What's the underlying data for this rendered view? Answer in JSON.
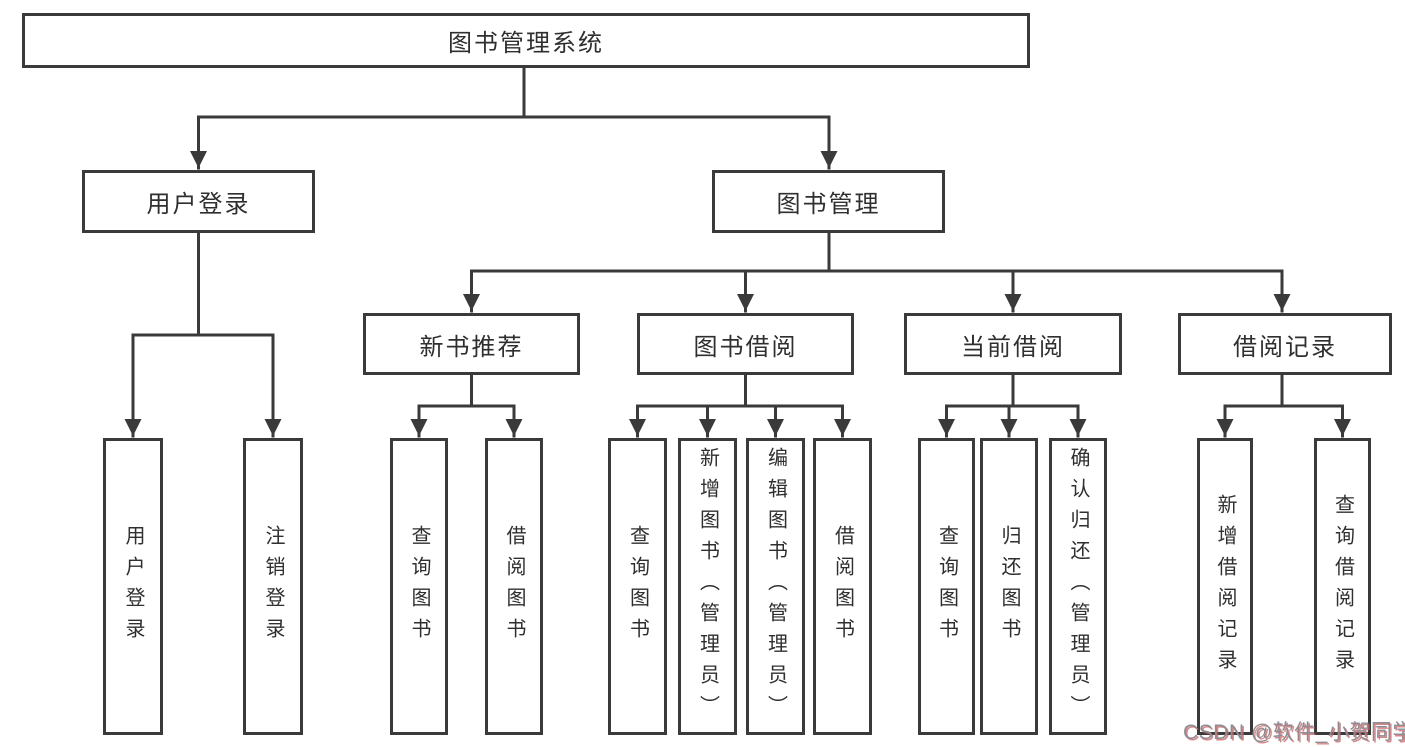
{
  "nodes": {
    "root": {
      "label": "图书管理系统"
    },
    "user_login": {
      "label": "用户登录"
    },
    "book_mgmt": {
      "label": "图书管理"
    },
    "new_book_rec": {
      "label": "新书推荐"
    },
    "book_borrow": {
      "label": "图书借阅"
    },
    "current_borrow": {
      "label": "当前借阅"
    },
    "borrow_record": {
      "label": "借阅记录"
    },
    "leaf_user_login": {
      "label": "用户登录"
    },
    "leaf_logout": {
      "label": "注销登录"
    },
    "leaf_nbr_query": {
      "label": "查询图书"
    },
    "leaf_nbr_borrow": {
      "label": "借阅图书"
    },
    "leaf_bb_query": {
      "label": "查询图书"
    },
    "leaf_bb_add": {
      "label": "新增图书（管理员）"
    },
    "leaf_bb_edit": {
      "label": "编辑图书（管理员）"
    },
    "leaf_bb_borrow": {
      "label": "借阅图书"
    },
    "leaf_cb_query": {
      "label": "查询图书"
    },
    "leaf_cb_return": {
      "label": "归还图书"
    },
    "leaf_cb_confirm": {
      "label": "确认归还（管理员）"
    },
    "leaf_br_add": {
      "label": "新增借阅记录"
    },
    "leaf_br_query": {
      "label": "查询借阅记录"
    }
  },
  "hierarchy": {
    "root": [
      "user_login",
      "book_mgmt"
    ],
    "user_login": [
      "leaf_user_login",
      "leaf_logout"
    ],
    "book_mgmt": [
      "new_book_rec",
      "book_borrow",
      "current_borrow",
      "borrow_record"
    ],
    "new_book_rec": [
      "leaf_nbr_query",
      "leaf_nbr_borrow"
    ],
    "book_borrow": [
      "leaf_bb_query",
      "leaf_bb_add",
      "leaf_bb_edit",
      "leaf_bb_borrow"
    ],
    "current_borrow": [
      "leaf_cb_query",
      "leaf_cb_return",
      "leaf_cb_confirm"
    ],
    "borrow_record": [
      "leaf_br_add",
      "leaf_br_query"
    ]
  },
  "watermark": {
    "text": "CSDN @软件_小贺同学"
  },
  "colors": {
    "line": "#3a3a3a",
    "box_border": "#3a3a3a",
    "text": "#2f2f2f",
    "background": "#ffffff",
    "watermark_gray": "#8d8d96",
    "watermark_red": "#cd5c5c"
  }
}
